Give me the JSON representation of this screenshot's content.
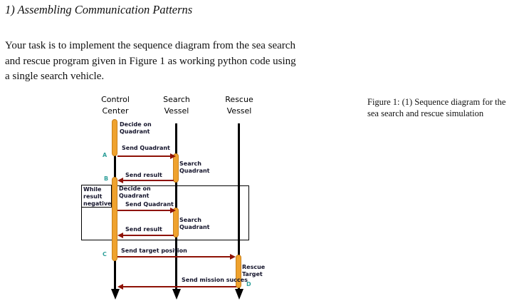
{
  "title": "1) Assembling Communication Patterns",
  "intro_lines": [
    "Your task is to implement the sequence diagram from the sea search",
    "and rescue program given in Figure 1 as working python code using",
    "a single search vehicle."
  ],
  "caption_lines": [
    "Figure 1: (1) Sequence diagram for the",
    "sea search and rescue simulation"
  ],
  "diagram": {
    "actors": [
      "Control Center",
      "Search Vessel",
      "Rescue Vessel"
    ],
    "loop_condition": "While result negative",
    "activities": [
      "Decide on Quadrant",
      "Search Quadrant",
      "Decide on Quadrant",
      "Search Quadrant",
      "Rescue Target"
    ],
    "messages": [
      "Send Quadrant",
      "Send result",
      "Send Quadrant",
      "Send result",
      "Send target position",
      "Send mission succes"
    ],
    "markers": [
      "A",
      "B",
      "C",
      "D"
    ],
    "colors": {
      "activation_fill": "#EFA22E",
      "activation_border": "#C9811C",
      "arrow": "#8E1206",
      "message_text": "#14142B",
      "marker_text": "#2FA09A",
      "lifeline": "#000000"
    }
  }
}
